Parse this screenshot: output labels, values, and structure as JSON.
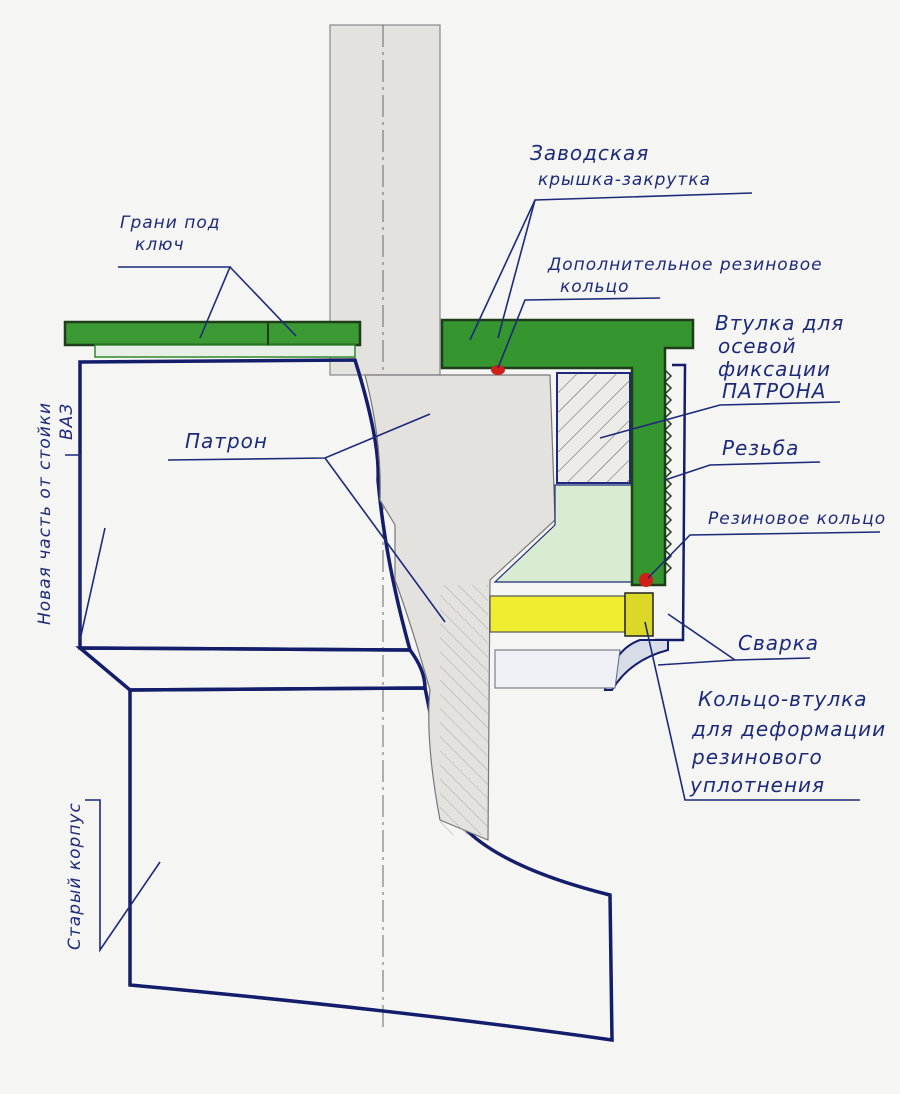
{
  "title": "Hand-drawn cross-section of strut cartridge assembly",
  "colors": {
    "ink": "#1d2a7a",
    "outline": "#141d6b",
    "cap_green": "#2f8a2a",
    "ring_red": "#d0201a",
    "bushing_yellow": "#f0ec30",
    "metal_gray": "#e6e4e0"
  },
  "labels": {
    "factory_cap_1": "Заводская",
    "factory_cap_2": "крышка-закрутка",
    "wrench_flats_1": "Грани под",
    "wrench_flats_2": "ключ",
    "extra_ring_1": "Дополнительное резиновое",
    "extra_ring_2": "кольцо",
    "bushing_1": "Втулка для",
    "bushing_2": "осевой",
    "bushing_3": "фиксации",
    "bushing_4": "патрона",
    "cartridge": "Патрон",
    "thread": "Резьба",
    "rubber_ring": "Резиновое кольцо",
    "weld": "Сварка",
    "deform_ring_1": "Кольцо-втулка",
    "deform_ring_2": "для деформации",
    "deform_ring_3": "резинового",
    "deform_ring_4": "уплотнения",
    "new_part_1": "Новая часть от стойки",
    "new_part_2": "ВАЗ",
    "old_body": "Старый корпус"
  }
}
